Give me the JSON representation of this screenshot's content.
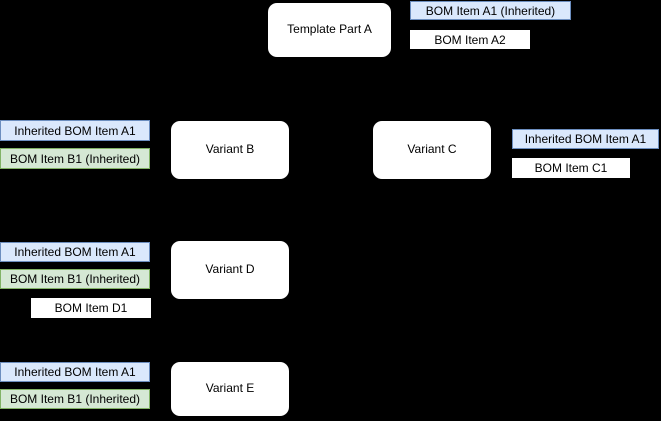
{
  "diagram": {
    "colors": {
      "background": "#000000",
      "node_fill": "#ffffff",
      "node_text": "#000000",
      "inherited_fill": "#dae8fc",
      "inherited_border": "#6c8ebf",
      "source_inherited_fill": "#d5e8d4",
      "source_inherited_border": "#82b366",
      "plain_fill": "#ffffff"
    },
    "template": {
      "label": "Template Part A",
      "bom_items": [
        {
          "label": "BOM Item A1 (Inherited)",
          "style": "inherited"
        },
        {
          "label": "BOM Item A2",
          "style": "plain"
        }
      ]
    },
    "variants": [
      {
        "label": "Variant B",
        "bom_items": [
          {
            "label": "Inherited BOM Item A1",
            "style": "inherited"
          },
          {
            "label": "BOM Item B1 (Inherited)",
            "style": "source-inherited"
          }
        ]
      },
      {
        "label": "Variant C",
        "bom_items": [
          {
            "label": "Inherited BOM Item A1",
            "style": "inherited"
          },
          {
            "label": "BOM Item C1",
            "style": "plain"
          }
        ]
      },
      {
        "label": "Variant D",
        "bom_items": [
          {
            "label": "Inherited BOM Item A1",
            "style": "inherited"
          },
          {
            "label": "BOM Item B1 (Inherited)",
            "style": "source-inherited"
          },
          {
            "label": "BOM Item D1",
            "style": "plain"
          }
        ]
      },
      {
        "label": "Variant E",
        "bom_items": [
          {
            "label": "Inherited BOM Item A1",
            "style": "inherited"
          },
          {
            "label": "BOM Item B1 (Inherited)",
            "style": "source-inherited"
          }
        ]
      }
    ]
  }
}
